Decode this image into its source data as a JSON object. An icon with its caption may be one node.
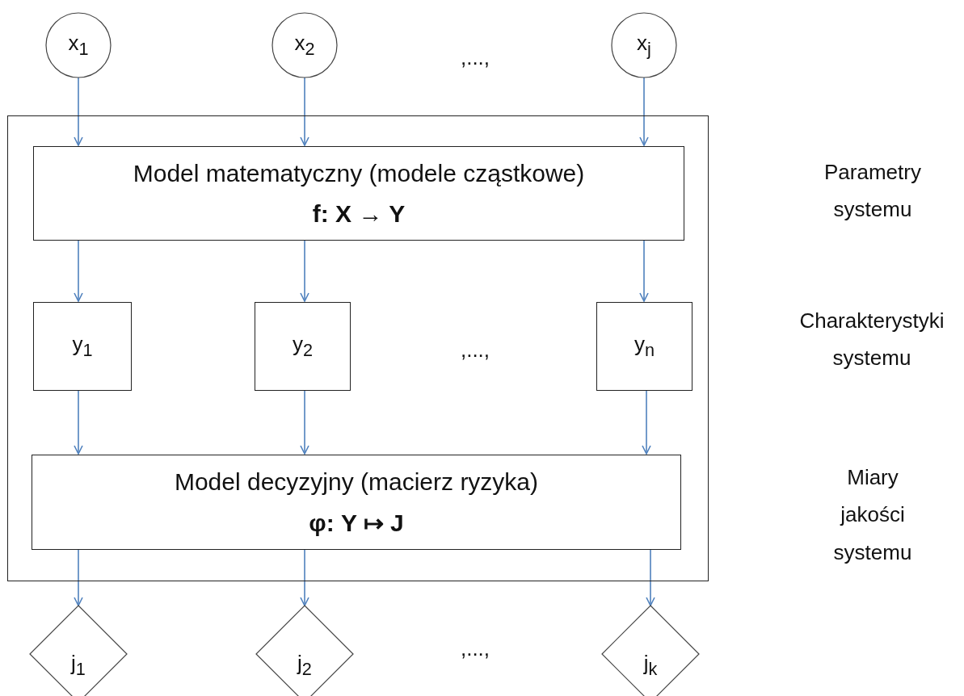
{
  "diagram": {
    "nodes": [
      {
        "text": [
          "x$_{1}$"
        ]
      },
      {
        "text": [
          "x$_{2}$"
        ]
      },
      {
        "text": [
          "x$_{j}$"
        ]
      },
      {
        "text": [],
        "shape": "box"
      },
      {
        "text": [
          "Model matematyczny (modele cząstkowe)",
          "f: X → Y"
        ],
        "in": 3
      },
      {
        "text": [
          "y$_{1}$"
        ],
        "in": 3
      },
      {
        "text": [
          "y$_{2}$"
        ],
        "in": 3
      },
      {
        "text": [
          "y$_{n}$"
        ],
        "in": 3
      },
      {
        "text": [
          "Model decyzyjny (macierz ryzyka)",
          "φ: Y ↦ J"
        ],
        "in": 3
      },
      {
        "text": [
          "j$_{1}$"
        ]
      },
      {
        "text": [
          "j$_{2}$"
        ]
      },
      {
        "text": [
          "j$_{k}$"
        ]
      }
    ],
    "edges": [
      {
        "from": 0,
        "to": 4,
        "arrow": "to"
      },
      {
        "from": 1,
        "to": 4,
        "arrow": "to"
      },
      {
        "from": 2,
        "to": 4,
        "arrow": "to"
      },
      {
        "from": 4,
        "to": 5,
        "arrow": "to"
      },
      {
        "from": 4,
        "to": 6,
        "arrow": "to"
      },
      {
        "from": 4,
        "to": 7,
        "arrow": "to"
      },
      {
        "from": 5,
        "to": 8,
        "arrow": "to"
      },
      {
        "from": 6,
        "to": 8,
        "arrow": "to"
      },
      {
        "from": 7,
        "to": 8,
        "arrow": "to"
      },
      {
        "from": 8,
        "to": 9,
        "arrow": "to"
      },
      {
        "from": 8,
        "to": 10,
        "arrow": "to"
      },
      {
        "from": 8,
        "to": 11,
        "arrow": "to"
      }
    ],
    "labels": [
      ",...,",
      "Parametry systemu",
      "Charakterystyki systemu",
      ",...,",
      "Miary jakości systemu",
      ",...,"
    ]
  }
}
